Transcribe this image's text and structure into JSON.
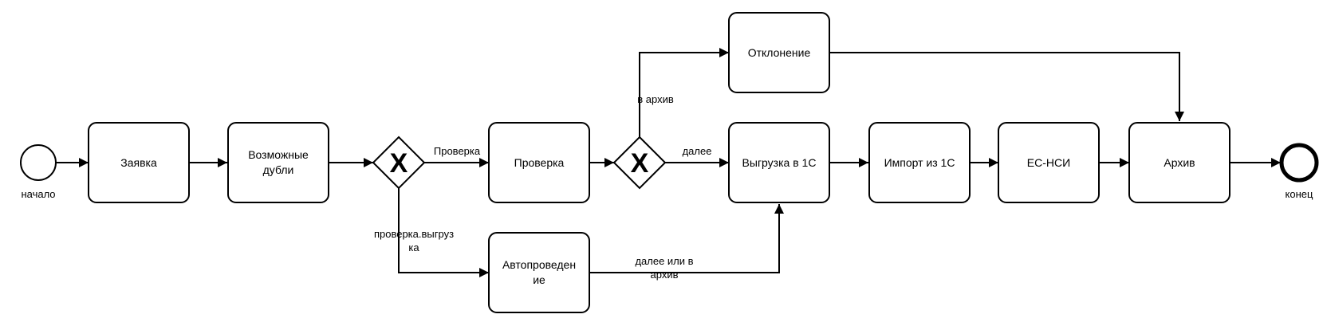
{
  "events": {
    "start": "начало",
    "end": "конец"
  },
  "tasks": {
    "request": "Заявка",
    "duplicates": [
      "Возможные",
      "дубли"
    ],
    "check": "Проверка",
    "reject": "Отклонение",
    "auto": [
      "Автопроведен",
      "ие"
    ],
    "export1c": "Выгрузка в 1С",
    "import1c": "Импорт из 1С",
    "esnsi": "ЕС-НСИ",
    "archive": "Архив"
  },
  "gateways": {
    "g1_symbol": "X",
    "g2_symbol": "X"
  },
  "flows": {
    "g1_check": "Проверка",
    "g1_export": [
      "проверка.выгруз",
      "ка"
    ],
    "g2_archive": "в архив",
    "g2_next": "далее",
    "auto_next": [
      "далее или в",
      "архив"
    ]
  }
}
